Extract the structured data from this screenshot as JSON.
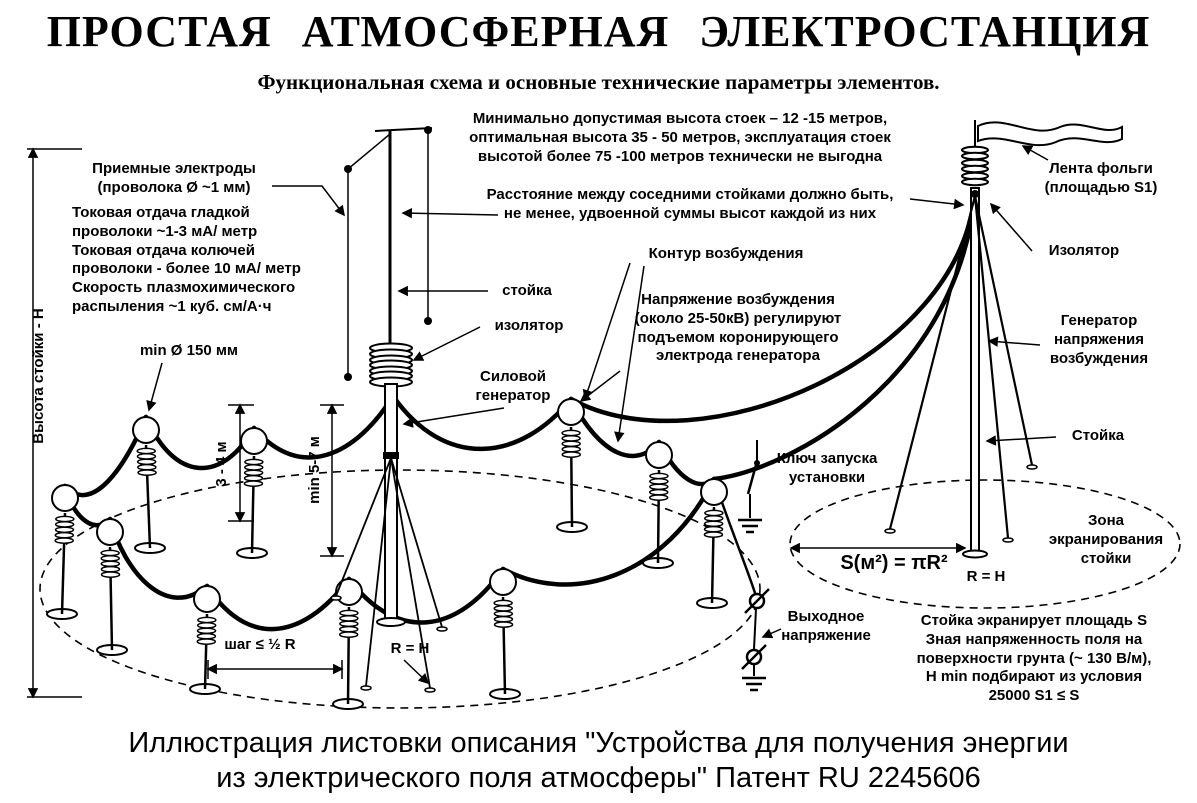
{
  "header": {
    "title": "ПРОСТАЯ АТМОСФЕРНАЯ ЭЛЕКТРОСТАНЦИЯ",
    "subtitle": "Функциональная схема и основные технические параметры элементов."
  },
  "annotations": {
    "mast_height_note": "Минимально допустимая высота стоек – 12 -15 метров,\nоптимальная высота 35 - 50 метров, эксплуатация стоек\nвысотой более 75 -100 метров технически не выгодна",
    "spacing_note": "Расстояние между соседними стойками должно быть,\nне менее, удвоенной суммы высот каждой из них",
    "receiving_electrodes": "Приемные электроды\n(проволока Ø ~1 мм)",
    "wire_params": "Токовая отдача гладкой\nпроволоки ~1-3 мА/ метр\nТоковая отдача колючей\nпроволоки - более 10 мА/ метр\nСкорость плазмохимического\nраспыления ~1 куб. см/А·ч",
    "min_diameter": "min Ø 150 мм",
    "stand_height_axis": "Высота стойки - H",
    "excitation_contour": "Контур возбуждения",
    "mast_label": "стойка",
    "mast_insulator": "изолятор",
    "power_generator": "Силовой\nгенератор",
    "excitation_voltage_note": "Напряжение возбуждения\n(около 25-50кВ) регулируют\nподъемом коронирующего\nэлектрода генератора",
    "start_key": "Ключ запуска\nустановки",
    "foil_tape": "Лента фольги\n(площадью S1)",
    "right_insulator": "Изолятор",
    "excitation_generator": "Генератор\nнапряжения\nвозбуждения",
    "right_stand": "Стойка",
    "shielding_zone": "Зона\nэкранирования\nстойки",
    "area_formula": "S(м²) = πR²",
    "radius_right": "R = H",
    "output_voltage": "Выходное\nнапряжение",
    "shielding_note": "Стойка экранирует площадь S\nЗная напряженность поля на\nповерхности грунта (~ 130 В/м),\nH min подбирают из условия\n25000 S1 ≤ S",
    "step_label": "шаг ≤ ½ R",
    "radius_center": "R = H",
    "height_3_4": "3 - 4 м",
    "height_5_7": "min 5-7 м"
  },
  "caption": "Иллюстрация листовки описания \"Устройства для получения энергии\nиз электрического поля атмосферы\" Патент RU 2245606"
}
